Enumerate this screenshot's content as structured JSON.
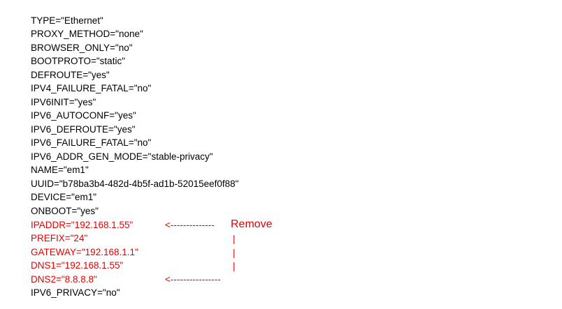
{
  "config_lines": [
    "TYPE=\"Ethernet\"",
    "PROXY_METHOD=\"none\"",
    "BROWSER_ONLY=\"no\"",
    "BOOTPROTO=\"static\"",
    "DEFROUTE=\"yes\"",
    "IPV4_FAILURE_FATAL=\"no\"",
    "IPV6INIT=\"yes\"",
    "IPV6_AUTOCONF=\"yes\"",
    "IPV6_DEFROUTE=\"yes\"",
    "IPV6_FAILURE_FATAL=\"no\"",
    "IPV6_ADDR_GEN_MODE=\"stable-privacy\"",
    "NAME=\"em1\"",
    "UUID=\"b78ba3b4-482d-4b5f-ad1b-52015eef0f88\"",
    "DEVICE=\"em1\"",
    "ONBOOT=\"yes\"",
    "IPADDR=\"192.168.1.55\"",
    "PREFIX=\"24\"",
    "GATEWAY=\"192.168.1.1\"",
    "DNS1=\"192.168.1.55\"",
    "DNS2=\"8.8.8.8\"",
    "IPV6_PRIVACY=\"no\""
  ],
  "highlight_color": "#e60000",
  "annotation": {
    "arrow_top": "<--------------",
    "label": "Remove",
    "bar_1": "|",
    "bar_2": "|",
    "bar_3": "|",
    "arrow_bottom": "<----------------"
  }
}
